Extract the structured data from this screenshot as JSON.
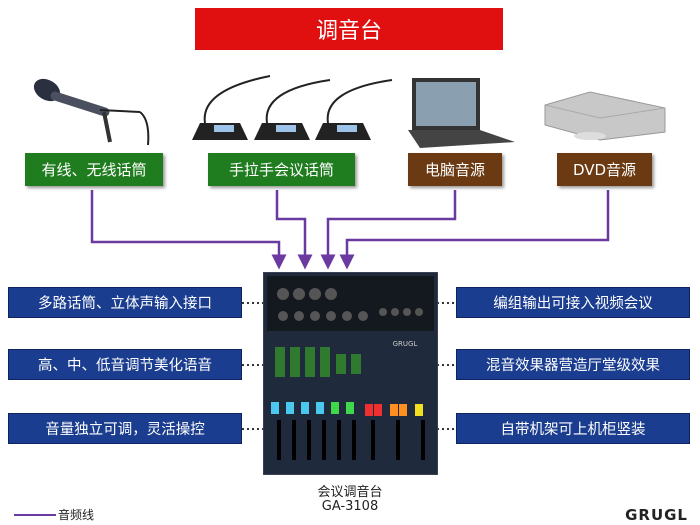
{
  "title": "调音台",
  "sources": [
    {
      "label": "有线、无线话筒",
      "icon": "handheld-microphone"
    },
    {
      "label": "手拉手会议话筒",
      "icon": "gooseneck-conference-microphone"
    },
    {
      "label": "电脑音源",
      "icon": "laptop"
    },
    {
      "label": "DVD音源",
      "icon": "dvd-player"
    }
  ],
  "features_left": [
    "多路话筒、立体声输入接口",
    "高、中、低音调节美化语音",
    "音量独立可调，灵活操控"
  ],
  "features_right": [
    "编组输出可接入视频会议",
    "混音效果器营造厅堂级效果",
    "自带机架可上机柜竖装"
  ],
  "device": {
    "name": "会议调音台",
    "model": "GA-3108",
    "panel_brand": "GRUGL"
  },
  "legend": {
    "label": "音频线",
    "color": "#6a3aa0"
  },
  "brand": "GRUGL",
  "colors": {
    "title": "#e01010",
    "mic_label": "#1f7d1f",
    "source_label": "#6b3a12",
    "feature": "#1b3d8f"
  }
}
